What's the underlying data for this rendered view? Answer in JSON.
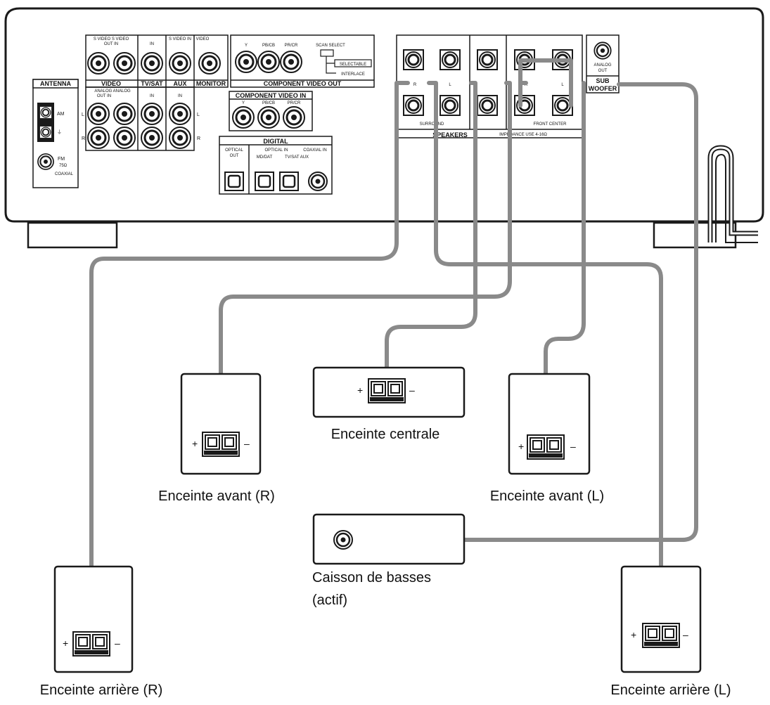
{
  "colors": {
    "cable": "#8a8a8a",
    "outline": "#1a1a1a",
    "background": "#ffffff"
  },
  "receiver": {
    "antenna": {
      "label": "ANTENNA",
      "am": "AM",
      "fm": "FM",
      "fm_ohm": "75Ω",
      "coaxial": "COAXIAL"
    },
    "svideo_header": "S VIDEO S VIDEO",
    "video_outin": "OUT  IN",
    "in": "IN",
    "svideo_in": "S VIDEO IN",
    "video_top": "VIDEO",
    "video": "VIDEO",
    "tvsat": "TV/SAT",
    "aux": "AUX",
    "monitor": "MONITOR",
    "analog_video": "ANALOG  ANALOG",
    "analog_outin": "OUT IN",
    "analog_in": "IN",
    "lr": {
      "l": "L",
      "r": "R"
    },
    "component_out": {
      "label": "COMPONENT VIDEO OUT",
      "y": "Y",
      "pb": "PB/CB",
      "pr": "PR/CR"
    },
    "scan_select": {
      "label": "SCAN SELECT",
      "selectable": "SELECTABLE",
      "interlace": "INTERLACE"
    },
    "component_in": {
      "label": "COMPONENT VIDEO IN",
      "y": "Y",
      "pb": "PB/CB",
      "pr": "PR/CR"
    },
    "digital": {
      "label": "DIGITAL",
      "optical_out": "OPTICAL",
      "out": "OUT",
      "optical_in": "OPTICAL IN",
      "coaxial_in": "COAXIAL IN",
      "mdcd": "MD/DAT",
      "tvsat_aux": "TV/SAT  AUX"
    },
    "speakers": {
      "label": "SPEAKERS",
      "surround": "SURROUND",
      "front_center": "FRONT CENTER",
      "impedance": "IMPEDANCE USE 4-16Ω",
      "r": "R",
      "l": "L"
    },
    "subwoofer": {
      "label_1": "SUB",
      "label_2": "WOOFER",
      "analog_out": "ANALOG",
      "out": "OUT"
    }
  },
  "speakers": {
    "front_r": {
      "label": "Enceinte avant (R)",
      "plus": "+",
      "minus": "–"
    },
    "center": {
      "label": "Enceinte centrale",
      "plus": "+",
      "minus": "–"
    },
    "front_l": {
      "label": "Enceinte avant (L)",
      "plus": "+",
      "minus": "–"
    },
    "sub": {
      "label_1": "Caisson de basses",
      "label_2": "(actif)"
    },
    "rear_r": {
      "label": "Enceinte arrière (R)",
      "plus": "+",
      "minus": "–"
    },
    "rear_l": {
      "label": "Enceinte arrière (L)",
      "plus": "+",
      "minus": "–"
    }
  }
}
